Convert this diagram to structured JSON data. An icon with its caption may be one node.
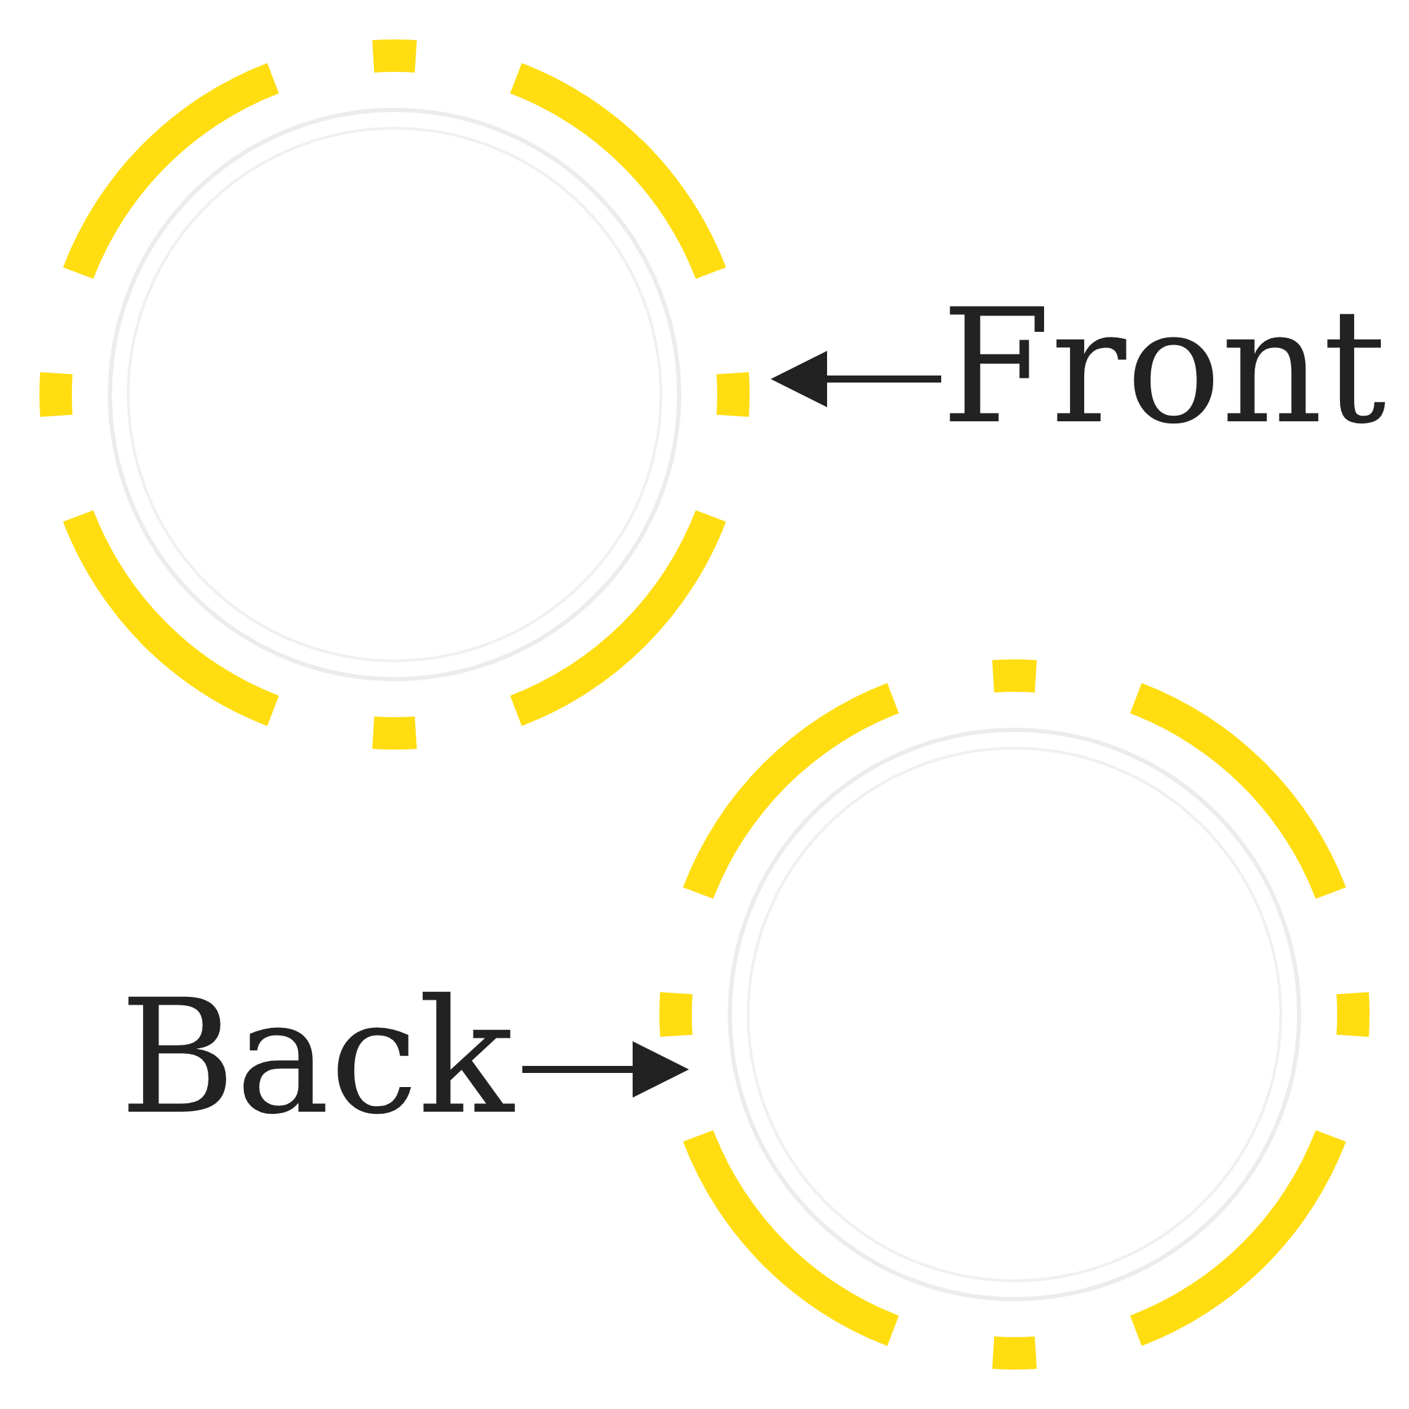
{
  "diagram": {
    "nodes": [
      {
        "text": [],
        "shape": "circle"
      },
      {
        "text": [
          "Front"
        ]
      },
      {
        "text": [
          "Back"
        ]
      },
      {
        "text": [],
        "shape": "circle"
      }
    ],
    "edges": [
      {
        "from": 1,
        "to": 0,
        "arrow": "to"
      },
      {
        "from": 2,
        "to": 3,
        "arrow": "to"
      }
    ]
  }
}
